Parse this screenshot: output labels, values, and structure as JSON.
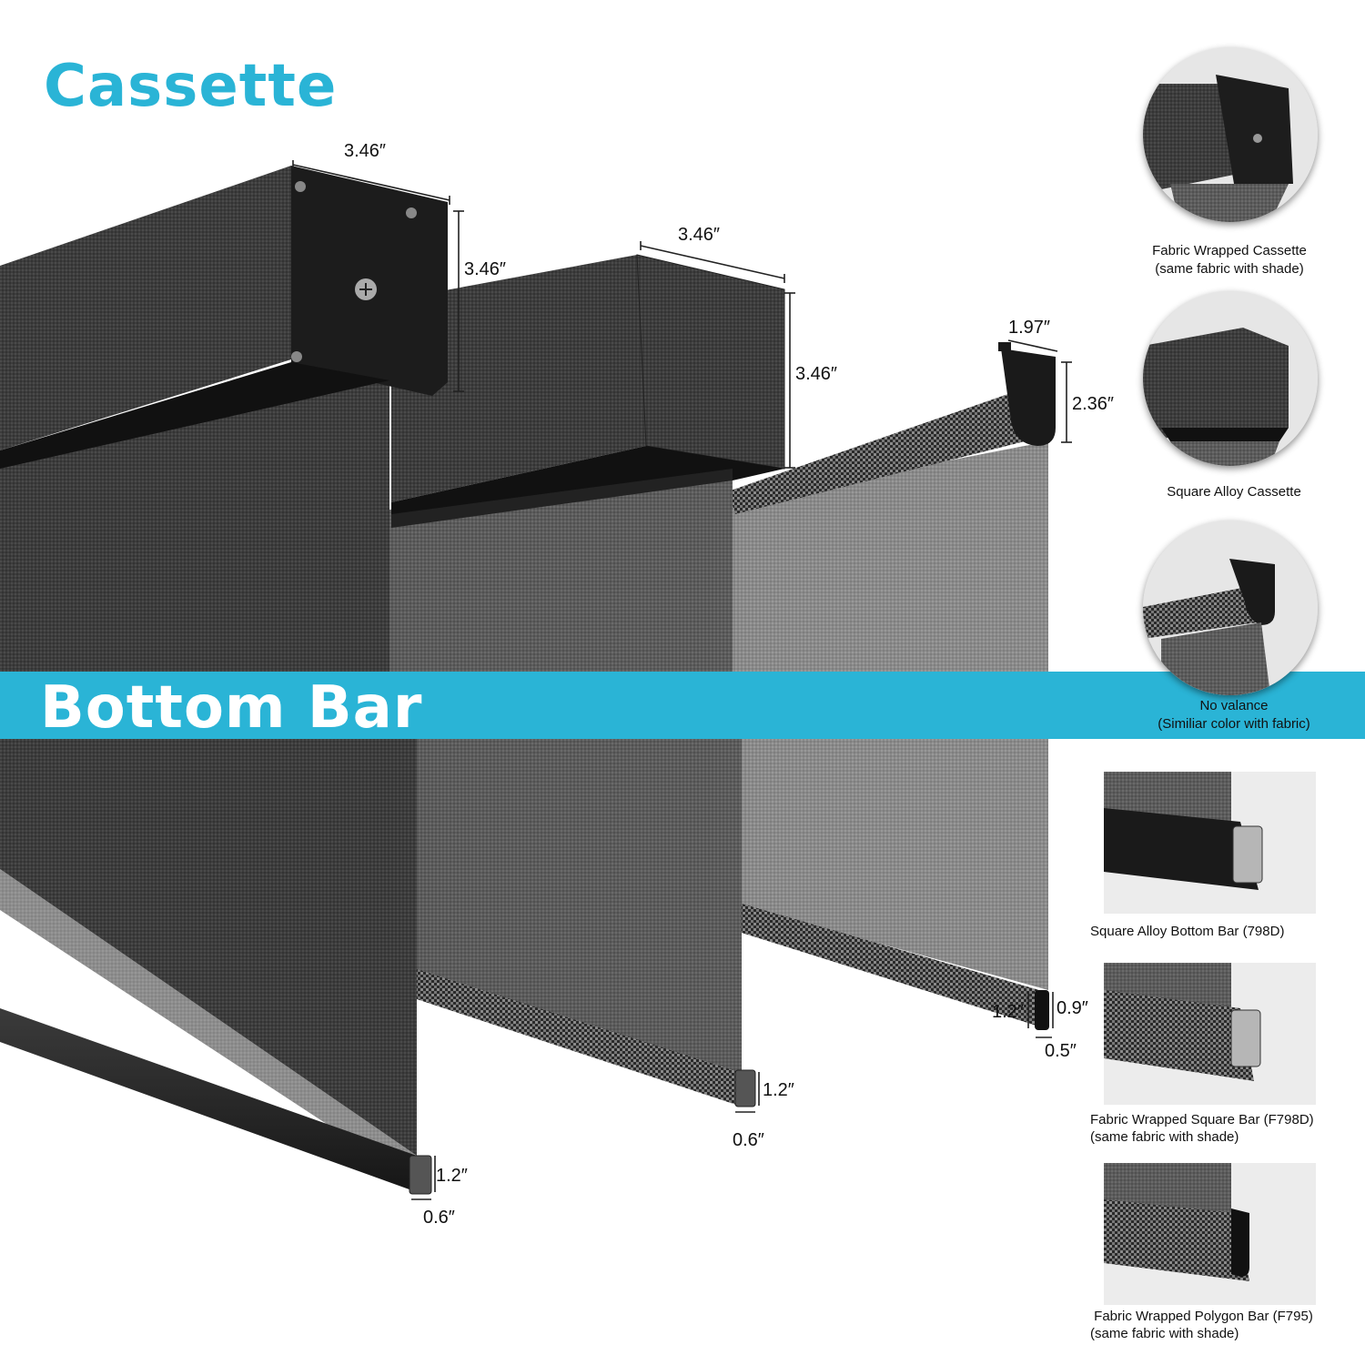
{
  "headings": {
    "cassette": "Cassette",
    "bottom_bar": "Bottom Bar"
  },
  "colors": {
    "accent": "#2ab4d6",
    "fabric_dark": "#3a3a3a",
    "fabric_light": "#8e8e8e",
    "metal_black": "#1c1c1c"
  },
  "cassette_dimensions": {
    "fabric_wrapped_width": "3.46″",
    "fabric_wrapped_height": "3.46″",
    "square_alloy_width": "3.46″",
    "square_alloy_height": "3.46″",
    "no_valance_width": "1.97″",
    "no_valance_height": "2.36″"
  },
  "bottom_bar_dimensions": {
    "bar_left_height": "1.2″",
    "bar_left_width": "0.6″",
    "bar_middle_height": "1.2″",
    "bar_middle_width": "0.6″",
    "bar_right_side": "1.2″",
    "bar_right_height": "0.9″",
    "bar_right_width": "0.5″"
  },
  "cassette_options": [
    {
      "line1": "Fabric Wrapped Cassette",
      "line2": "(same fabric with shade)",
      "icon": "fabric-wrapped-cassette-icon"
    },
    {
      "line1": "Square Alloy Cassette",
      "line2": "",
      "icon": "square-alloy-cassette-icon"
    },
    {
      "line1": "No valance",
      "line2": "(Similiar color with fabric)",
      "icon": "no-valance-icon"
    }
  ],
  "bottom_bar_options": [
    {
      "line1": "Square Alloy Bottom Bar (798D)",
      "line2": "",
      "icon": "square-alloy-bottom-bar-icon"
    },
    {
      "line1": "Fabric Wrapped Square Bar (F798D)",
      "line2": "(same fabric with shade)",
      "icon": "fabric-wrapped-square-bar-icon"
    },
    {
      "line1": " Fabric Wrapped Polygon Bar (F795)",
      "line2": "(same fabric with shade)",
      "icon": "fabric-wrapped-polygon-bar-icon"
    }
  ]
}
